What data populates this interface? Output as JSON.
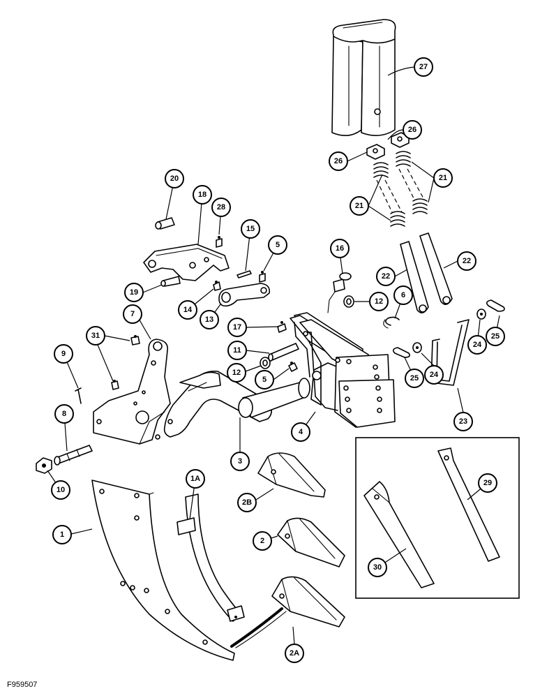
{
  "figure_ref": "F959507",
  "callouts": {
    "c1": "1",
    "c1a": "1A",
    "c2": "2",
    "c2a": "2A",
    "c2b": "2B",
    "c3": "3",
    "c4": "4",
    "c5a": "5",
    "c5b": "5",
    "c6": "6",
    "c7": "7",
    "c8": "8",
    "c9": "9",
    "c10": "10",
    "c11": "11",
    "c12a": "12",
    "c12b": "12",
    "c13": "13",
    "c14": "14",
    "c15": "15",
    "c16": "16",
    "c17": "17",
    "c18": "18",
    "c19": "19",
    "c20": "20",
    "c21a": "21",
    "c21b": "21",
    "c22a": "22",
    "c22b": "22",
    "c23": "23",
    "c24a": "24",
    "c24b": "24",
    "c25a": "25",
    "c25b": "25",
    "c26a": "26",
    "c26b": "26",
    "c27": "27",
    "c28": "28",
    "c29": "29",
    "c30": "30",
    "c31": "31"
  }
}
